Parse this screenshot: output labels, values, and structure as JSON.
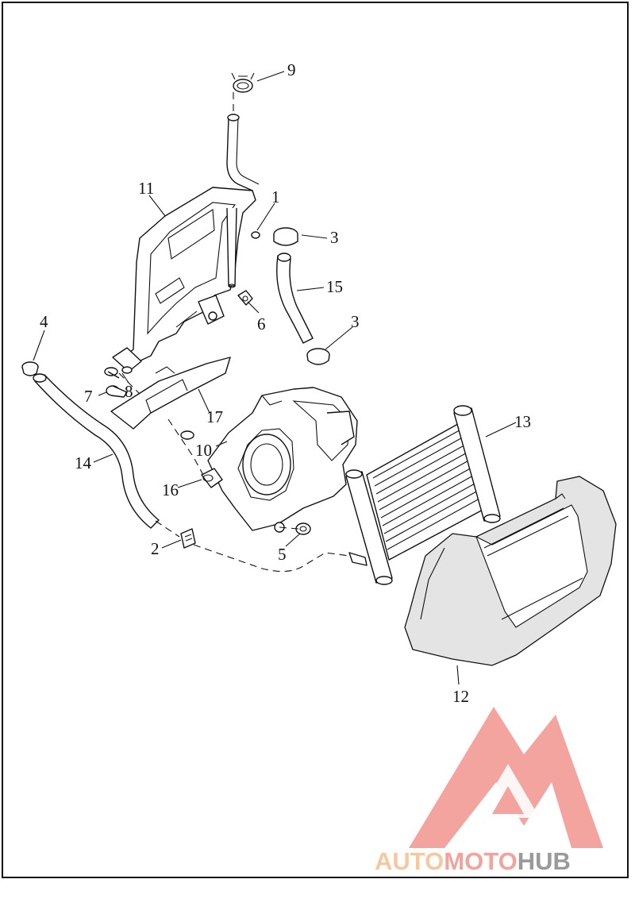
{
  "diagram": {
    "callouts": [
      {
        "id": "c9",
        "label": "9"
      },
      {
        "id": "c11",
        "label": "11"
      },
      {
        "id": "c1",
        "label": "1"
      },
      {
        "id": "c3a",
        "label": "3"
      },
      {
        "id": "c15",
        "label": "15"
      },
      {
        "id": "c3b",
        "label": "3"
      },
      {
        "id": "c6",
        "label": "6"
      },
      {
        "id": "c4",
        "label": "4"
      },
      {
        "id": "c8",
        "label": "8"
      },
      {
        "id": "c7",
        "label": "7"
      },
      {
        "id": "c17",
        "label": "17"
      },
      {
        "id": "c13",
        "label": "13"
      },
      {
        "id": "c10",
        "label": "10"
      },
      {
        "id": "c14",
        "label": "14"
      },
      {
        "id": "c16",
        "label": "16"
      },
      {
        "id": "c2",
        "label": "2"
      },
      {
        "id": "c5",
        "label": "5"
      },
      {
        "id": "c12",
        "label": "12"
      }
    ]
  },
  "watermark": {
    "part1": "AUTO",
    "part2": "MOTO",
    "part3": "HUB",
    "colors": {
      "logo": "#f4a09a",
      "auto": "#f6c8a0",
      "moto": "#f3a39c",
      "hub": "#9a9a9a"
    }
  }
}
